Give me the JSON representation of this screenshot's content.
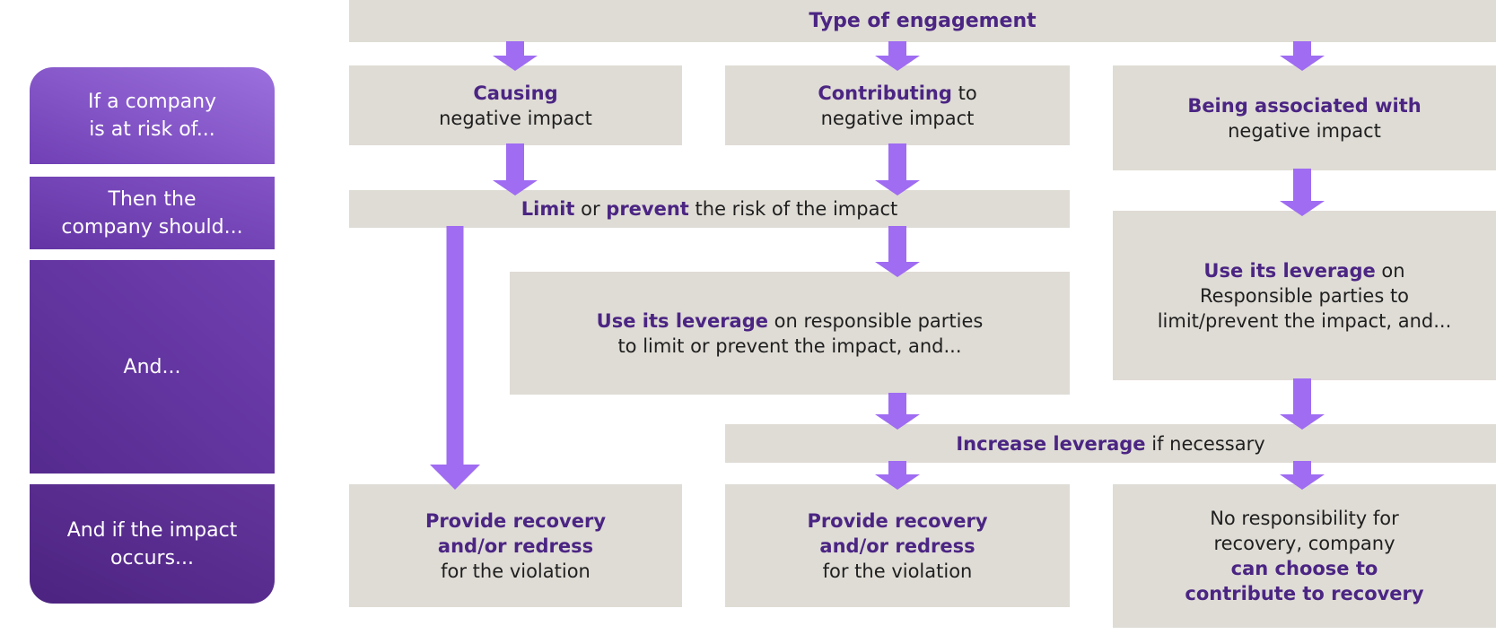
{
  "colors": {
    "background": "#ffffff",
    "box_gray": "#dfdcd5",
    "arrow_purple": "#9f6cf2",
    "accent_purple": "#4b2583",
    "body_text": "#1f1f1f",
    "sidebar_text": "#ffffff",
    "sidebar_gradients": [
      {
        "from": "#9c70de",
        "to": "#7040b4"
      },
      {
        "from": "#8353c6",
        "to": "#6335a4"
      },
      {
        "from": "#7140b2",
        "to": "#552a8e"
      },
      {
        "from": "#63359c",
        "to": "#4c2380"
      }
    ]
  },
  "sidebar": {
    "items": [
      {
        "lines": [
          "If a company",
          "is at risk of..."
        ]
      },
      {
        "lines": [
          "Then the",
          "company should..."
        ]
      },
      {
        "lines": [
          "And..."
        ]
      },
      {
        "lines": [
          "And if the impact",
          "occurs..."
        ]
      }
    ]
  },
  "flow": {
    "header": {
      "title": "Type of engagement"
    },
    "causing": {
      "em": "Causing",
      "line2": "negative impact"
    },
    "contributing": {
      "em": "Contributing",
      "after": " to",
      "line2": "negative impact"
    },
    "associated": {
      "em": "Being associated with",
      "line2": "negative impact"
    },
    "limit_bar": {
      "em1": "Limit",
      "mid": " or ",
      "em2": "prevent",
      "rest": " the risk of the impact"
    },
    "leverage_mid": {
      "em": "Use its leverage",
      "after": " on responsible parties",
      "line2": "to limit or prevent the impact, and..."
    },
    "leverage_right": {
      "em": "Use its leverage",
      "after": " on",
      "line2": "Responsible parties to",
      "line3": "limit/prevent the impact, and..."
    },
    "increase_bar": {
      "em": "Increase leverage",
      "rest": " if necessary"
    },
    "recovery_left": {
      "em1": "Provide recovery",
      "em2": "and/or redress",
      "line3": "for the violation"
    },
    "recovery_mid": {
      "em1": "Provide recovery",
      "em2": "and/or redress",
      "line3": "for the violation"
    },
    "recovery_right": {
      "line1": "No responsibility for",
      "line2": "recovery, company",
      "em1": "can choose to",
      "em2": "contribute to recovery"
    }
  }
}
